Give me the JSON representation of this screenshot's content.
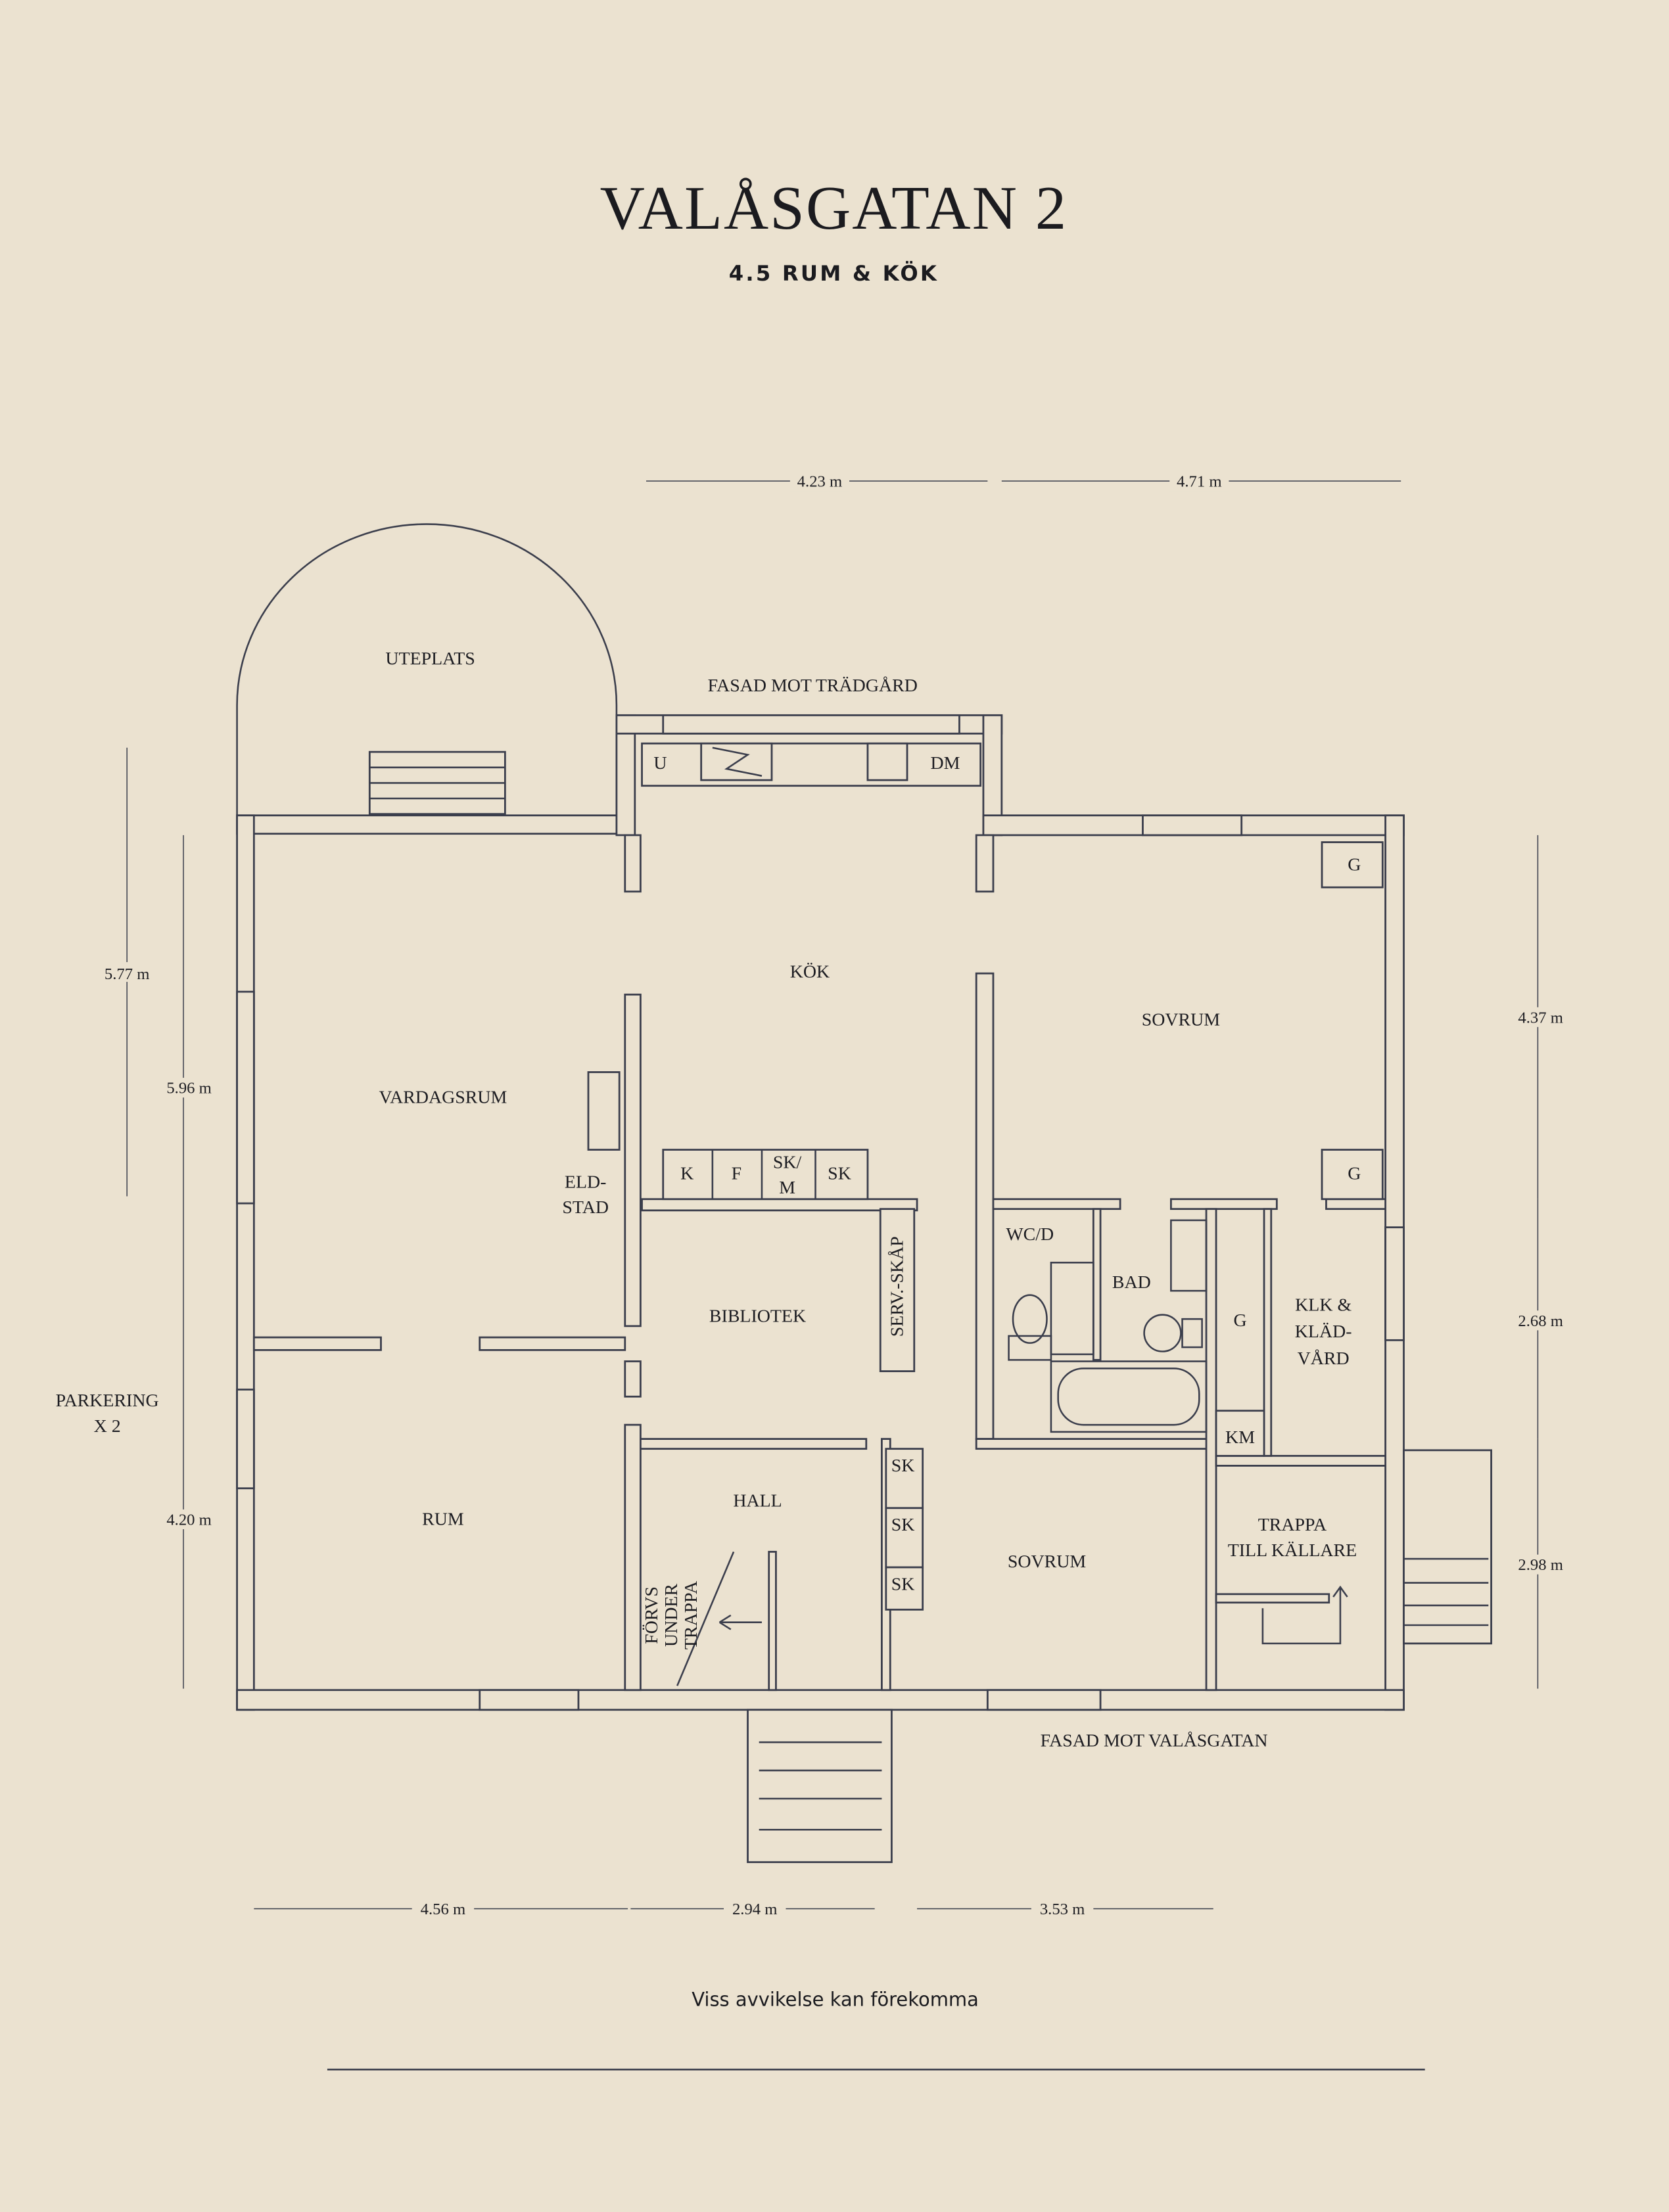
{
  "header": {
    "title": "VALÅSGATAN 2",
    "subtitle": "4.5 RUM & KÖK"
  },
  "facades": {
    "garden": "FASAD MOT TRÄDGÅRD",
    "street": "FASAD MOT VALÅSGATAN"
  },
  "rooms": {
    "uteplats": "UTEPLATS",
    "kok": "KÖK",
    "sovrum1": "SOVRUM",
    "vardagsrum": "VARDAGSRUM",
    "eldstad1": "ELD-",
    "eldstad2": "STAD",
    "bibliotek": "BIBLIOTEK",
    "servskap": "SERV.-SKÅP",
    "wcd": "WC/D",
    "bad": "BAD",
    "g": "G",
    "klk1": "KLK &",
    "klk2": "KLÄD-",
    "klk3": "VÅRD",
    "km": "KM",
    "rum": "RUM",
    "hall": "HALL",
    "forvs1": "FÖRVS",
    "forvs2": "UNDER",
    "forvs3": "TRAPPA",
    "sovrum2": "SOVRUM",
    "trappa1": "TRAPPA",
    "trappa2": "TILL KÄLLARE",
    "sk": "SK",
    "u": "U",
    "dm": "DM",
    "k": "K",
    "f": "F",
    "skm1": "SK/",
    "skm2": "M",
    "parkering1": "PARKERING",
    "parkering2": "X 2"
  },
  "dimensions": {
    "top": [
      "4.23 m",
      "4.71 m"
    ],
    "left": [
      "5.77 m",
      "5.96 m",
      "4.20 m"
    ],
    "right": [
      "4.37 m",
      "2.68 m",
      "2.98 m"
    ],
    "bottom": [
      "4.56 m",
      "2.94 m",
      "3.53 m"
    ]
  },
  "footer": {
    "disclaimer": "Viss avvikelse kan förekomma"
  }
}
